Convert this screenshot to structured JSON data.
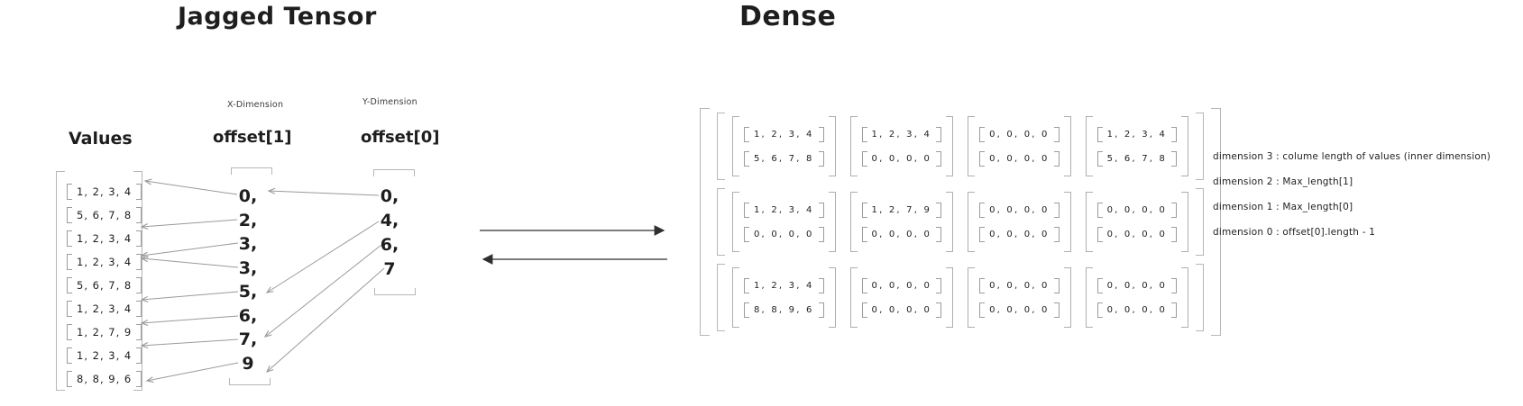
{
  "colors": {
    "text": "#1e1e1e",
    "bracket": "#b6b6b6",
    "arrow": "#9a9a9a",
    "arrow_dark": "#2f2f2f",
    "background": "#ffffff"
  },
  "titles": {
    "jagged": "Jagged Tensor",
    "dense": "Dense"
  },
  "jagged": {
    "values_label": "Values",
    "x_dimension_label": "X-Dimension",
    "y_dimension_label": "Y-Dimension",
    "offset1_label": "offset[1]",
    "offset0_label": "offset[0]",
    "values_rows": [
      "1, 2, 3, 4",
      "5, 6, 7, 8",
      "1, 2, 3, 4",
      "1, 2, 3, 4",
      "5, 6, 7, 8",
      "1, 2, 3, 4",
      "1, 2, 7, 9",
      "1, 2, 3, 4",
      "8, 8, 9, 6"
    ],
    "offset1_values": [
      "0,",
      "2,",
      "3,",
      "3,",
      "5,",
      "6,",
      "7,",
      "9"
    ],
    "offset0_values": [
      "0,",
      "4,",
      "6,",
      "7"
    ]
  },
  "dense": {
    "blocks": [
      [
        [
          "1, 2, 3, 4",
          "5, 6, 7, 8"
        ],
        [
          "1, 2, 3, 4",
          "0, 0, 0, 0"
        ],
        [
          "0, 0, 0, 0",
          "0, 0, 0, 0"
        ],
        [
          "1, 2, 3, 4",
          "5, 6, 7, 8"
        ]
      ],
      [
        [
          "1, 2, 3, 4",
          "0, 0, 0, 0"
        ],
        [
          "1, 2, 7, 9",
          "0, 0, 0, 0"
        ],
        [
          "0, 0, 0, 0",
          "0, 0, 0, 0"
        ],
        [
          "0, 0, 0, 0",
          "0, 0, 0, 0"
        ]
      ],
      [
        [
          "1, 2, 3, 4",
          "8, 8, 9, 6"
        ],
        [
          "0, 0, 0, 0",
          "0, 0, 0, 0"
        ],
        [
          "0, 0, 0, 0",
          "0, 0, 0, 0"
        ],
        [
          "0, 0, 0, 0",
          "0, 0, 0, 0"
        ]
      ]
    ]
  },
  "legend": {
    "lines": [
      "dimension 3 : colume length of values (inner dimension)",
      "dimension 2 : Max_length[1]",
      "dimension 1 : Max_length[0]",
      "dimension 0 : offset[0].length - 1"
    ]
  }
}
